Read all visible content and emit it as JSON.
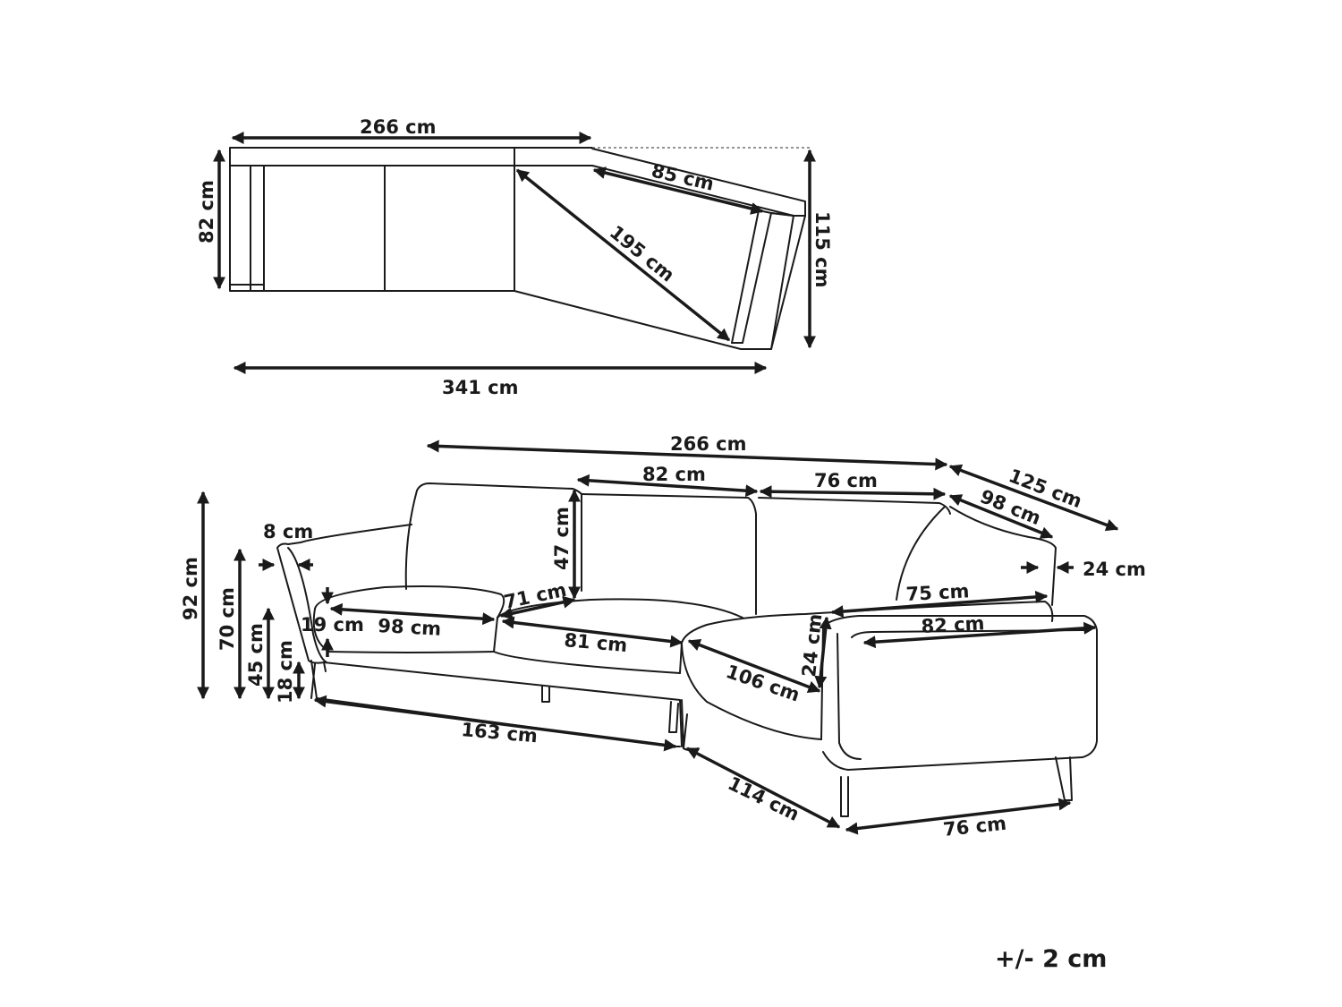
{
  "top_view": {
    "labels": {
      "width_top": "266 cm",
      "depth_left": "82 cm",
      "chaise_arm": "85 cm",
      "diagonal": "195 cm",
      "depth_right": "115 cm",
      "total_width": "341 cm"
    }
  },
  "front_view": {
    "labels": {
      "width_top": "266 cm",
      "back_left": "82 cm",
      "back_right": "76 cm",
      "corner_depth": "125 cm",
      "corner_back": "98 cm",
      "arm_width": "8 cm",
      "arm_width_right": "24 cm",
      "total_height": "92 cm",
      "arm_height": "70 cm",
      "seat_height": "45 cm",
      "leg_height": "18 cm",
      "back_height": "47 cm",
      "cushion_thickness": "19 cm",
      "seat_depth_left": "98 cm",
      "cushion_mid": "71 cm",
      "seat_81": "81 cm",
      "chaise_seat_width": "75 cm",
      "chaise_82": "82 cm",
      "chaise_cushion": "24 cm",
      "chaise_106": "106 cm",
      "base_163": "163 cm",
      "base_114": "114 cm",
      "base_76": "76 cm"
    }
  },
  "tolerance": "+/- 2 cm"
}
